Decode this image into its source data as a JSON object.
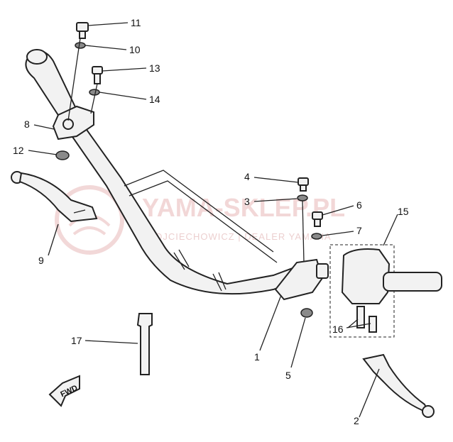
{
  "diagram": {
    "callouts": [
      {
        "id": "c1",
        "text": "1"
      },
      {
        "id": "c2",
        "text": "2"
      },
      {
        "id": "c3",
        "text": "3"
      },
      {
        "id": "c4",
        "text": "4"
      },
      {
        "id": "c5",
        "text": "5"
      },
      {
        "id": "c6",
        "text": "6"
      },
      {
        "id": "c7",
        "text": "7"
      },
      {
        "id": "c8",
        "text": "8"
      },
      {
        "id": "c9",
        "text": "9"
      },
      {
        "id": "c10",
        "text": "10"
      },
      {
        "id": "c11",
        "text": "11"
      },
      {
        "id": "c12",
        "text": "12"
      },
      {
        "id": "c13",
        "text": "13"
      },
      {
        "id": "c14",
        "text": "14"
      },
      {
        "id": "c15",
        "text": "15"
      },
      {
        "id": "c16",
        "text": "16"
      },
      {
        "id": "c17",
        "text": "17"
      }
    ],
    "fwd_label": "FWD"
  },
  "watermark": {
    "brand": "YAMA-SKLEP.PL",
    "owner": "WOJCIECHOWICZ | DEALER YAMAHA"
  },
  "colors": {
    "line": "#222222",
    "watermark": "#e8b8b8"
  }
}
